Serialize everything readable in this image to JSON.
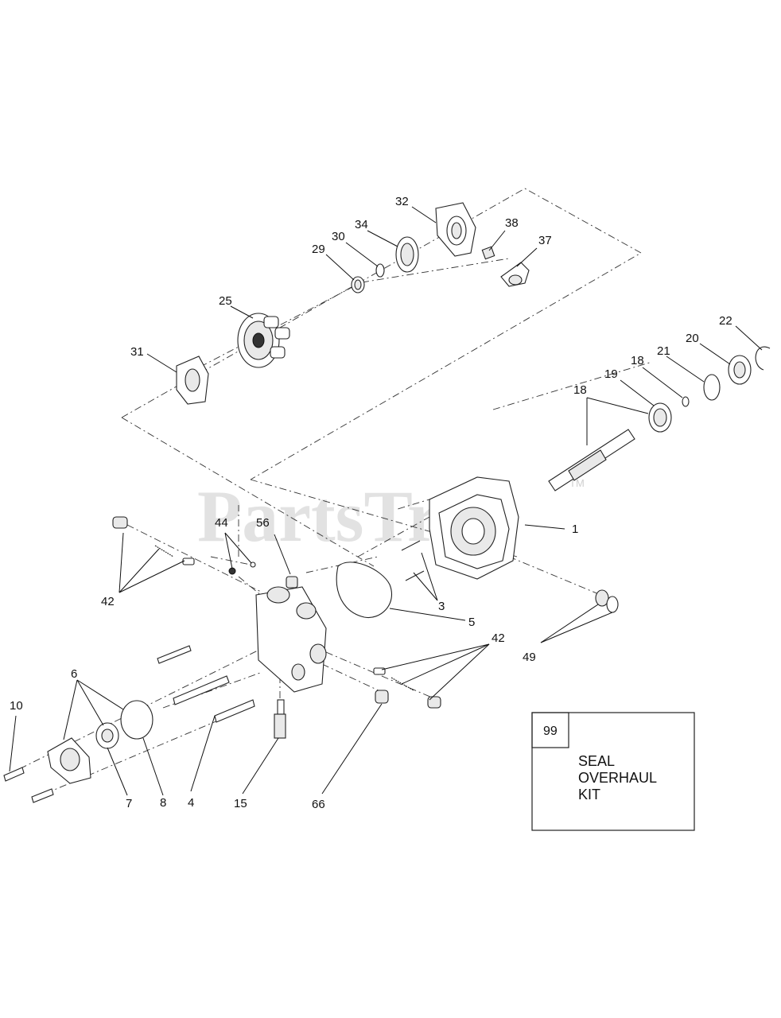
{
  "watermark": {
    "text": "PartsTree",
    "tm": "TM"
  },
  "callouts": [
    {
      "id": "c1",
      "label": "1"
    },
    {
      "id": "c3",
      "label": "3"
    },
    {
      "id": "c4",
      "label": "4"
    },
    {
      "id": "c5",
      "label": "5"
    },
    {
      "id": "c6",
      "label": "6"
    },
    {
      "id": "c7",
      "label": "7"
    },
    {
      "id": "c8",
      "label": "8"
    },
    {
      "id": "c10",
      "label": "10"
    },
    {
      "id": "c15",
      "label": "15"
    },
    {
      "id": "c18a",
      "label": "18"
    },
    {
      "id": "c18b",
      "label": "18"
    },
    {
      "id": "c19",
      "label": "19"
    },
    {
      "id": "c20",
      "label": "20"
    },
    {
      "id": "c21",
      "label": "21"
    },
    {
      "id": "c22",
      "label": "22"
    },
    {
      "id": "c25",
      "label": "25"
    },
    {
      "id": "c29",
      "label": "29"
    },
    {
      "id": "c30",
      "label": "30"
    },
    {
      "id": "c31",
      "label": "31"
    },
    {
      "id": "c32",
      "label": "32"
    },
    {
      "id": "c34",
      "label": "34"
    },
    {
      "id": "c37",
      "label": "37"
    },
    {
      "id": "c38",
      "label": "38"
    },
    {
      "id": "c42a",
      "label": "42"
    },
    {
      "id": "c42b",
      "label": "42"
    },
    {
      "id": "c44",
      "label": "44"
    },
    {
      "id": "c49",
      "label": "49"
    },
    {
      "id": "c56",
      "label": "56"
    },
    {
      "id": "c66",
      "label": "66"
    }
  ],
  "kit": {
    "number": "99",
    "line1": "SEAL",
    "line2": "OVERHAUL",
    "line3": "KIT"
  }
}
